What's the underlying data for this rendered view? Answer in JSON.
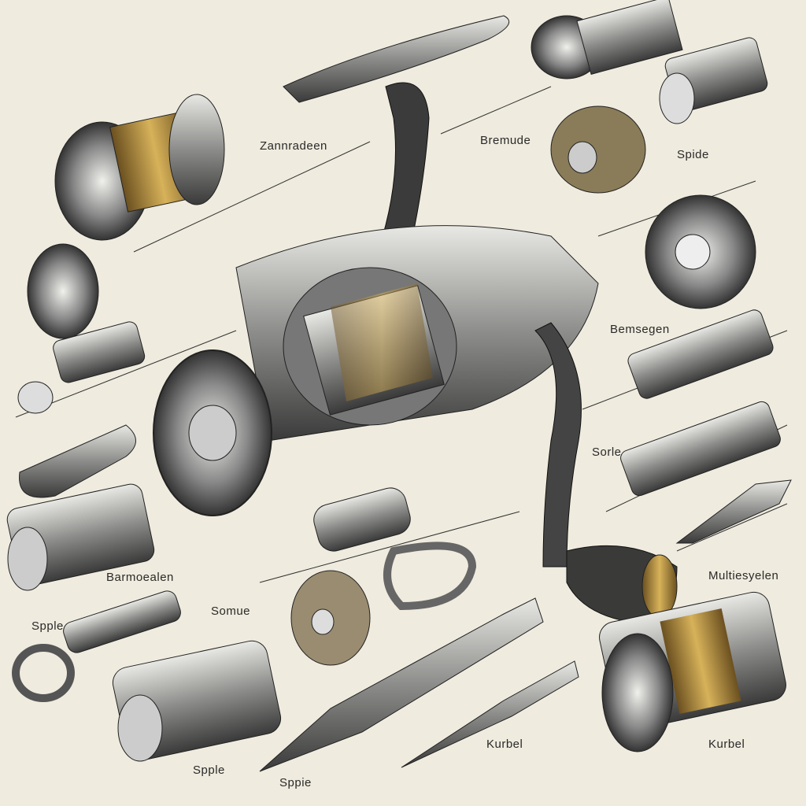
{
  "labels": {
    "zahnrad": "Zannradeen",
    "bremude": "Bremude",
    "spide": "Spide",
    "bemsegen": "Bemsegen",
    "sorle": "Sorle",
    "multi": "Multiesyelen",
    "barmo": "Barmoealen",
    "spple_left": "Spple",
    "somue": "Somue",
    "kurbel_mid": "Kurbel",
    "kurbel_right": "Kurbel",
    "spple_bottom": "Spple",
    "sppie_bottom": "Sppie"
  },
  "colors": {
    "paper": "#efebde",
    "steel": "#9a9a98",
    "dark": "#2e2e2e",
    "brass": "#b8923a"
  }
}
